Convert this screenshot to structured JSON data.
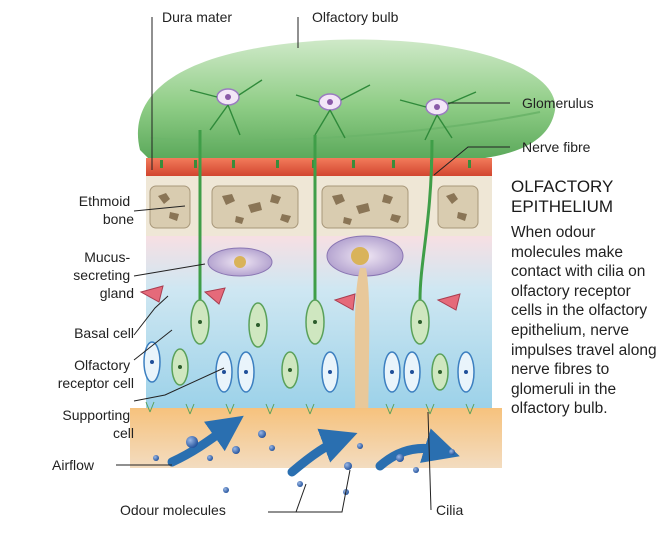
{
  "labels": {
    "dura_mater": "Dura mater",
    "olfactory_bulb": "Olfactory bulb",
    "glomerulus": "Glomerulus",
    "nerve_fibre": "Nerve fibre",
    "ethmoid_1": "Ethmoid",
    "ethmoid_2": "bone",
    "mucus_1": "Mucus-",
    "mucus_2": "secreting",
    "mucus_3": "gland",
    "basal_cell": "Basal cell",
    "receptor_1": "Olfactory",
    "receptor_2": "receptor cell",
    "supporting_1": "Supporting",
    "supporting_2": "cell",
    "airflow": "Airflow",
    "odour_molecules": "Odour molecules",
    "cilia": "Cilia"
  },
  "sidebar": {
    "title_line1": "OLFACTORY",
    "title_line2": "EPITHELIUM",
    "body": "When odour molecules make contact with cilia on olfactory receptor cells in the olfactory epithelium, nerve impulses travel along nerve fibres to glomeruli in the olfactory bulb."
  },
  "colors": {
    "bulb_green": "#7ac27a",
    "dura_red": "#e0553c",
    "bone_beige": "#efe7d6",
    "epithelium_blue": "#a9d6ea",
    "basal_orange": "#f0a752",
    "airflow_blue": "#2a6fb0"
  }
}
